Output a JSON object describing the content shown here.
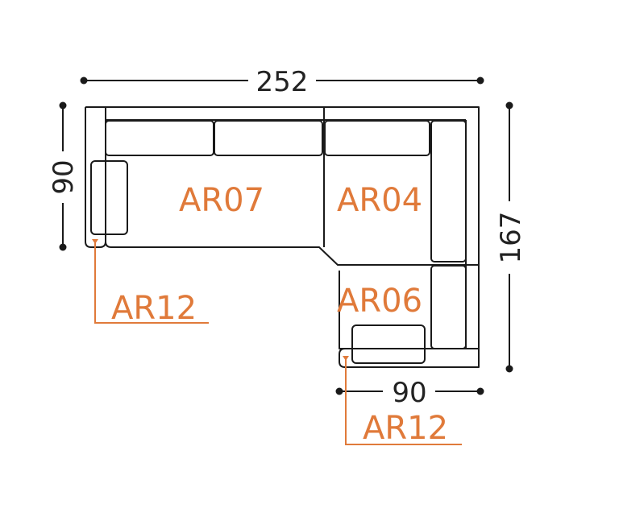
{
  "dimensions": {
    "total_width": "252",
    "left_depth": "90",
    "total_length": "167",
    "chaise_width": "90"
  },
  "modules": {
    "main": "AR07",
    "corner": "AR04",
    "chaise": "AR06",
    "pillow_left": "AR12",
    "pillow_chaise": "AR12"
  },
  "colors": {
    "outline": "#1a1a1a",
    "module_label": "#e07a3a"
  }
}
